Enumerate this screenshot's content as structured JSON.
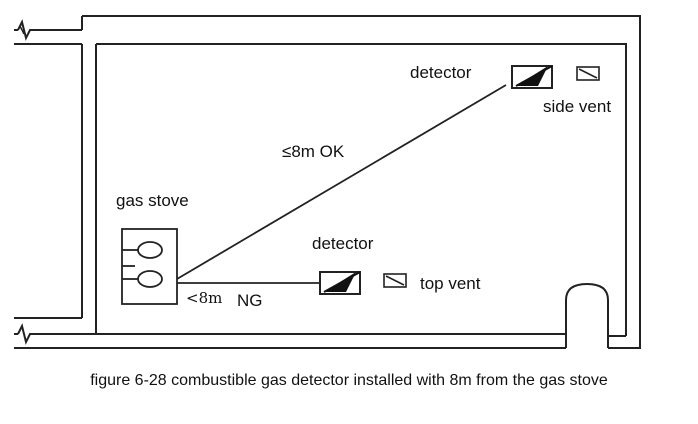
{
  "labels": {
    "detector_top": "detector",
    "side_vent": "side vent",
    "distance_ok": "≤8m OK",
    "gas_stove": "gas stove",
    "detector_bottom": "detector",
    "top_vent": "top vent",
    "distance_ng_prefix": "<8m",
    "distance_ng": "NG"
  },
  "caption": "figure 6-28 combustible gas detector installed with 8m from the gas stove"
}
